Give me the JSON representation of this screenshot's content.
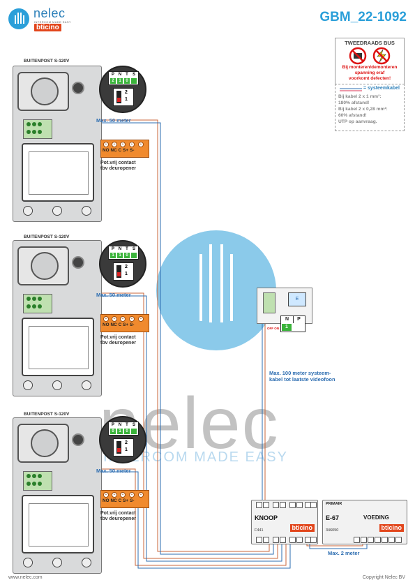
{
  "header": {
    "logo_name": "nelec",
    "logo_tagline": "INTERCOM MADE EASY",
    "logo_brand": "bticino",
    "doc_id": "GBM_22-1092"
  },
  "bus_info": {
    "title": "TWEEDRAADS BUS",
    "warning_lines": [
      "Bij monteren/demonteren",
      "spanning eraf",
      "voorkomt defecten!"
    ],
    "cable_title": "= systeemkabel",
    "cable_lines": [
      "Bij kabel 2 x 1 mm²:",
      "180% afstand!",
      "Bij kabel 2 x 0,28 mm²:",
      "60% afstand!",
      "UTP op aanvraag."
    ]
  },
  "panels": [
    {
      "label": "BUITENPOST S-120V",
      "max_label": "Max. 50 meter",
      "terminal_headers": [
        "P",
        "N",
        "T",
        "S"
      ],
      "terminal_values": [
        "2",
        "1",
        "0",
        ""
      ],
      "dip_labels": [
        "2",
        "1"
      ],
      "relay_labels": "NO NC C  S+ S-",
      "relay_caption": [
        "Pot.vrij contact",
        "tbv deuropener"
      ]
    },
    {
      "label": "BUITENPOST S-120V",
      "max_label": "Max. 50 meter",
      "terminal_headers": [
        "P",
        "N",
        "T",
        "S"
      ],
      "terminal_values": [
        "1",
        "1",
        "0",
        ""
      ],
      "dip_labels": [
        "2",
        "1"
      ],
      "relay_labels": "NO NC C  S+ S-",
      "relay_caption": [
        "Pot.vrij contact",
        "tbv deuropener"
      ]
    },
    {
      "label": "BUITENPOST S-120V",
      "max_label": "Max. 50 meter",
      "terminal_headers": [
        "P",
        "N",
        "T",
        "S"
      ],
      "terminal_values": [
        "0",
        "1",
        "0",
        ""
      ],
      "dip_labels": [
        "2",
        "1"
      ],
      "relay_labels": "NO NC C  S+ S-",
      "relay_caption": [
        "Pot.vrij contact",
        "tbv deuropener"
      ]
    }
  ],
  "videofoon": {
    "screen_label": "E",
    "np_headers": [
      "N",
      "P"
    ],
    "np_value": "1",
    "switch_label": "OFF ON",
    "max_label_lines": [
      "Max. 100 meter systeem-",
      "kabel tot laatste videofoon"
    ]
  },
  "knoop": {
    "title": "KNOOP",
    "code": "F441",
    "brand": "bticino"
  },
  "voeding": {
    "title": "E-67",
    "title2": "VOEDING",
    "primair": "PRIMAIR",
    "code": "346050",
    "brand": "bticino"
  },
  "max2_label": "Max. 2 meter",
  "footer": {
    "left": "www.nelec.com",
    "right": "Copyright Nelec BV"
  },
  "watermark": {
    "name": "nelec",
    "tagline": "INTERCOM MADE EASY"
  },
  "colors": {
    "accent": "#2b9fd9",
    "brand": "#e2461c",
    "relay": "#f08a2e",
    "terminal_green": "#3bb43b"
  }
}
